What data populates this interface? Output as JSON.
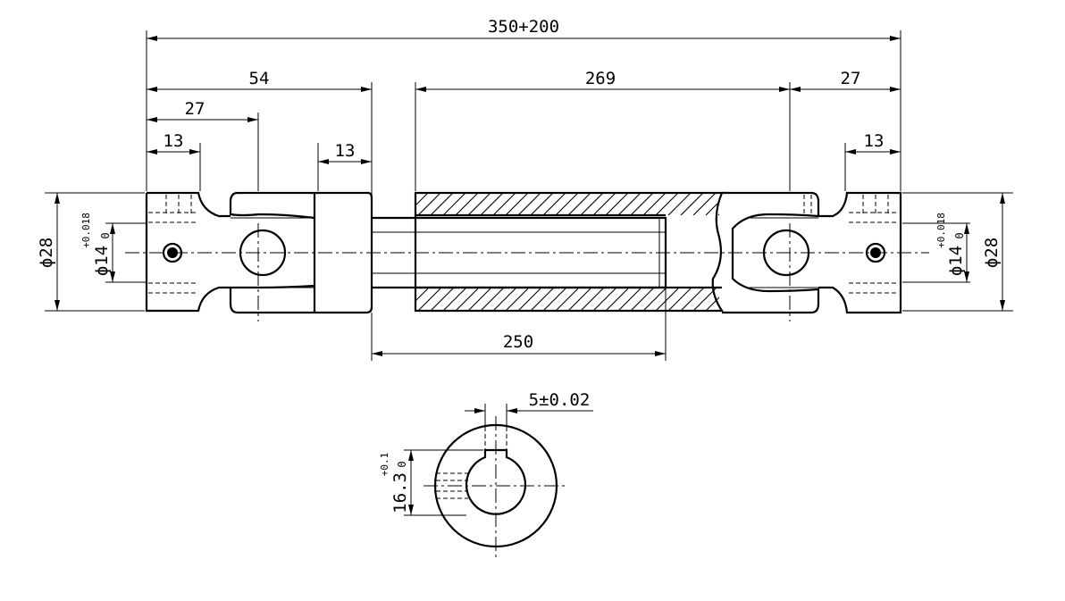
{
  "dimensions": {
    "overall_length": "350+200",
    "left_block": "54",
    "left_yoke": "27",
    "left_end_small": "13",
    "left_mid_small": "13",
    "tube_length": "269",
    "right_yoke": "27",
    "right_end_small": "13",
    "shaft_length": "250",
    "keyway_width": "5±0.02",
    "keyway_depth": "16.3",
    "keyway_depth_tol_upper": "+0.1",
    "keyway_depth_tol_lower": "0"
  },
  "left_end": {
    "outer_dia": "ϕ28",
    "bore_dia": "ϕ14",
    "bore_tol_upper": "+0.018",
    "bore_tol_lower": "0"
  },
  "right_end": {
    "outer_dia": "ϕ28",
    "bore_dia": "ϕ14",
    "bore_tol_upper": "+0.018",
    "bore_tol_lower": "0"
  }
}
